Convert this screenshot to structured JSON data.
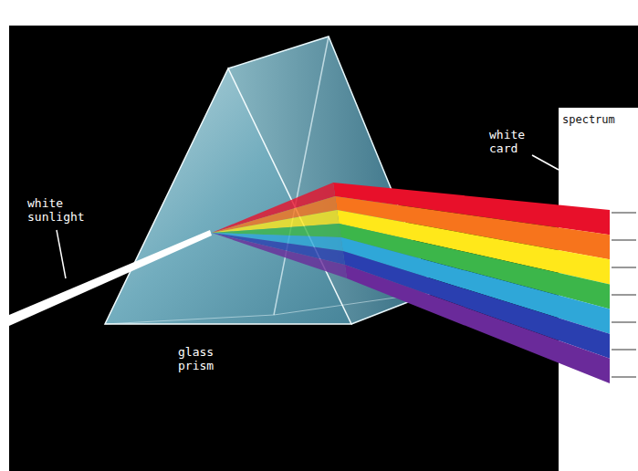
{
  "diagram": {
    "labels": [
      "white sunlight",
      "glass prism",
      "white card",
      "spectrum"
    ]
  }
}
